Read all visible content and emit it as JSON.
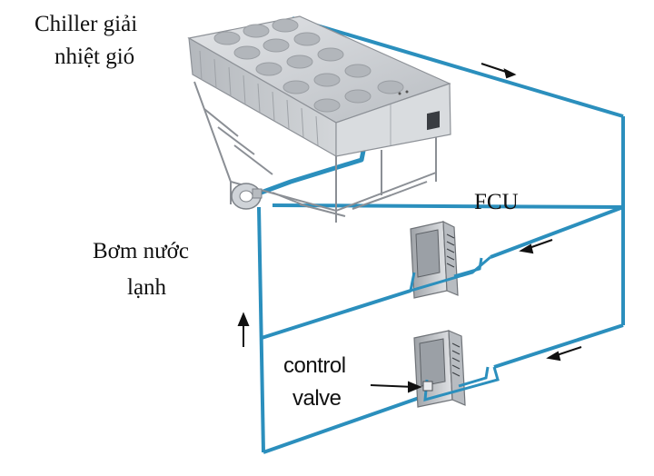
{
  "labels": {
    "chiller_line1": "Chiller giải",
    "chiller_line2": "nhiệt gió",
    "fcu": "FCU",
    "pump_line1": "Bơm nước",
    "pump_line2": "lạnh",
    "valve_line1": "control",
    "valve_line2": "valve"
  },
  "colors": {
    "pipe": "#2b8fbd",
    "pipe_light": "#4fb3dd",
    "chiller_body": "#c9ccd0",
    "chiller_dark": "#8d9197",
    "fcu_body": "#cfd2d6",
    "text": "#111111"
  },
  "icons": [
    "chiller-unit",
    "pump-icon",
    "fcu-unit",
    "flow-arrow"
  ]
}
